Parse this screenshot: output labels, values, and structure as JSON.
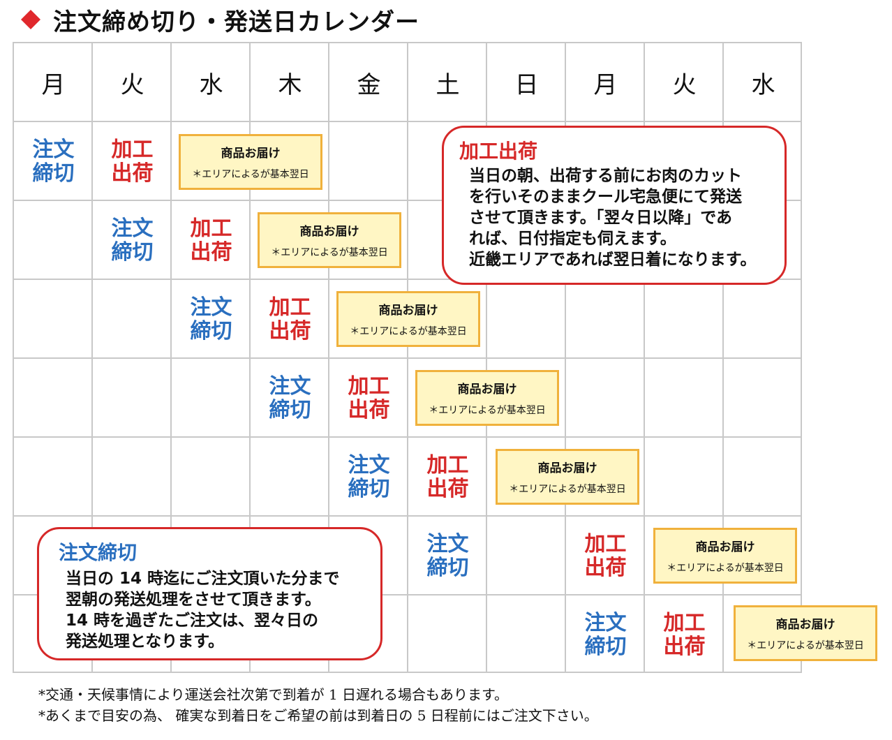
{
  "title": "注文締め切り・発送日カレンダー",
  "colors": {
    "order": "#2a6fbf",
    "ship": "#d62828",
    "accent": "#e0282c",
    "delivery_bg": "#fff6c4",
    "delivery_border": "#f0b13c"
  },
  "icons": {
    "title_marker": "red-diamond-icon"
  },
  "days": [
    "月",
    "火",
    "水",
    "木",
    "金",
    "土",
    "日",
    "月",
    "火",
    "水"
  ],
  "marks": {
    "order": [
      "注文",
      "締切"
    ],
    "ship": [
      "加工",
      "出荷"
    ],
    "delivery_title": "商品お届け",
    "delivery_note": "＊エリアによるが基本翌日"
  },
  "shipping_note": {
    "title": "加工出荷",
    "lines": [
      "当日の朝、出荷する前にお肉のカット",
      "を行いそのままクール宅急便にて発送",
      "させて頂きます。「翌々日以降」であ",
      "れば、日付指定も伺えます。",
      "近畿エリアであれば翌日着になります。"
    ]
  },
  "order_note": {
    "title": "注文締切",
    "lines": [
      "当日の 14 時迄にご注文頂いた分まで",
      "翌朝の発送処理をさせて頂きます。",
      "14 時を過ぎたご注文は、翌々日の",
      "発送処理となります。"
    ]
  },
  "footer": [
    "*交通・天候事情により運送会社次第で到着が 1 日遅れる場合もあります。",
    "*あくまで目安の為、 確実な到着日をご希望の前は到着日の 5 日程前にはご注文下さい。"
  ]
}
